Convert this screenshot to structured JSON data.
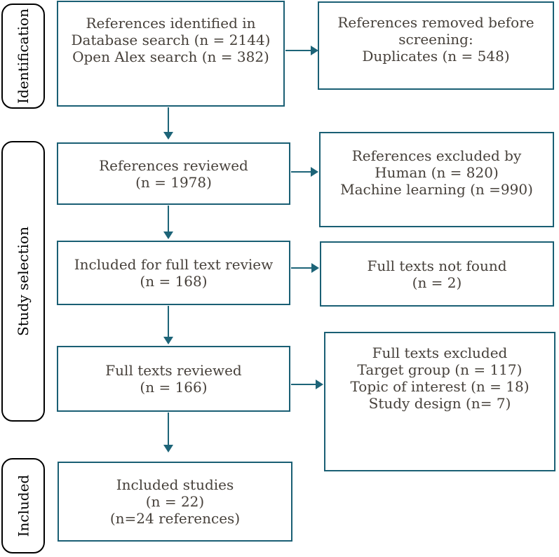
{
  "colors": {
    "box_border": "#1a5f74",
    "arrow": "#1d6478",
    "label_border": "#000000",
    "box_text": "#46403a",
    "label_text": "#000000"
  },
  "stage_labels": [
    {
      "label": "Identification"
    },
    {
      "label": "Study selection"
    },
    {
      "label": "Included"
    }
  ],
  "flow_boxes": {
    "identified": {
      "text": "References identified in\nDatabase search (n = 2144)\nOpen Alex search (n = 382)"
    },
    "reviewed": {
      "text": "References reviewed\n(n = 1978)"
    },
    "full_text_review": {
      "text": "Included for full text review\n(n = 168)"
    },
    "full_texts_reviewed": {
      "text": "Full texts reviewed\n(n = 166)"
    },
    "included_studies": {
      "text": "Included studies\n(n = 22)\n(n=24 references)"
    }
  },
  "exclusion_boxes": {
    "removed_before_screening": {
      "text": "References removed before\nscreening:\nDuplicates (n = 548)"
    },
    "excluded_by": {
      "text": "References excluded by\nHuman (n = 820)\nMachine learning (n =990)"
    },
    "not_found": {
      "text": "Full texts not found\n(n = 2)"
    },
    "full_texts_excluded": {
      "text": "Full texts excluded\nTarget group (n = 117)\nTopic of interest (n = 18)\nStudy design (n= 7)"
    }
  }
}
